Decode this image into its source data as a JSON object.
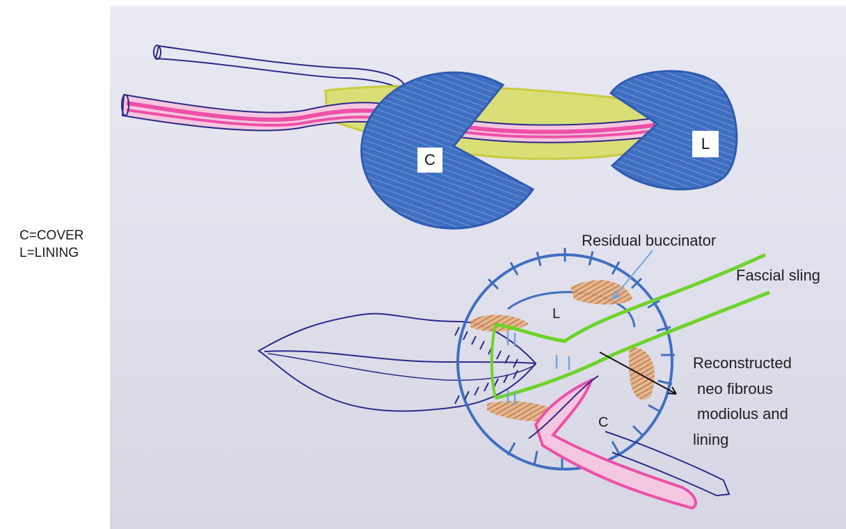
{
  "legend": {
    "line1": "C=COVER",
    "line2": "L=LINING"
  },
  "top_flap": {
    "cover_label": "C",
    "lining_label": "L"
  },
  "bottom_diagram": {
    "lining_label": "L",
    "cover_label": "C",
    "residual_buccinator": "Residual buccinator",
    "fascial_sling": "Fascial sling",
    "modiolus_line1": "Reconstructed",
    "modiolus_line2": "neo fibrous",
    "modiolus_line3": "modiolus and",
    "modiolus_line4": "lining"
  },
  "colors": {
    "blue_fill": "#3f6fc0",
    "navy_ink": "#2a2a8a",
    "pink": "#ee4fa8",
    "yellow_green": "#c8d22e",
    "green": "#6ed32a",
    "orange": "#c7844a",
    "paper": "#e4e4ef"
  }
}
